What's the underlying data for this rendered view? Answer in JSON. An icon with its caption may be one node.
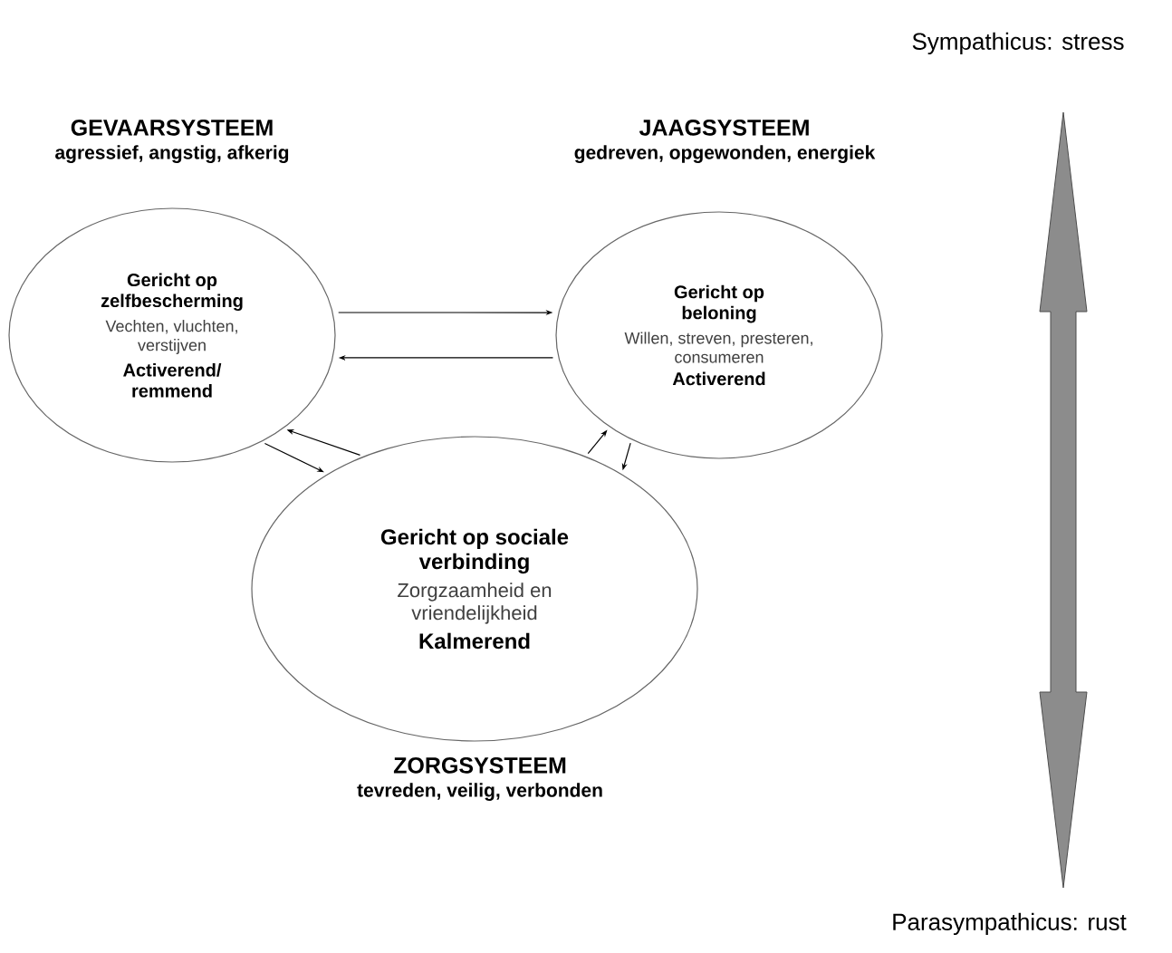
{
  "diagram": {
    "nodes": [
      {
        "text": [
          "GEVAARSYSTEEM",
          "agressief, angstig, afkerig",
          "Gericht op zelfbescherming",
          "Vechten, vluchten, verstijven",
          "Activerend/ remmend"
        ]
      },
      {
        "text": [
          "JAAGSYSTEEM",
          "gedreven, opgewonden, energiek",
          "Gericht op beloning",
          "Willen, streven, presteren, consumeren",
          "Activerend"
        ]
      },
      {
        "text": [
          "Gericht op sociale verbinding",
          "Zorgzaamheid en vriendelijkheid",
          "Kalmerend",
          "ZORGSYSTEEM",
          "tevreden, veilig, verbonden"
        ]
      }
    ],
    "edges": [
      {
        "from": 0,
        "to": 1,
        "arrow": "to"
      },
      {
        "from": 1,
        "to": 0,
        "arrow": "to"
      },
      {
        "from": 0,
        "to": 2,
        "arrow": "to"
      },
      {
        "from": 2,
        "to": 0,
        "arrow": "to"
      },
      {
        "from": 2,
        "to": 1,
        "arrow": "to"
      },
      {
        "from": 1,
        "to": 2,
        "arrow": "to"
      }
    ],
    "labels": [
      "Sympathicus: stress",
      "Parasympathicus: rust"
    ]
  }
}
